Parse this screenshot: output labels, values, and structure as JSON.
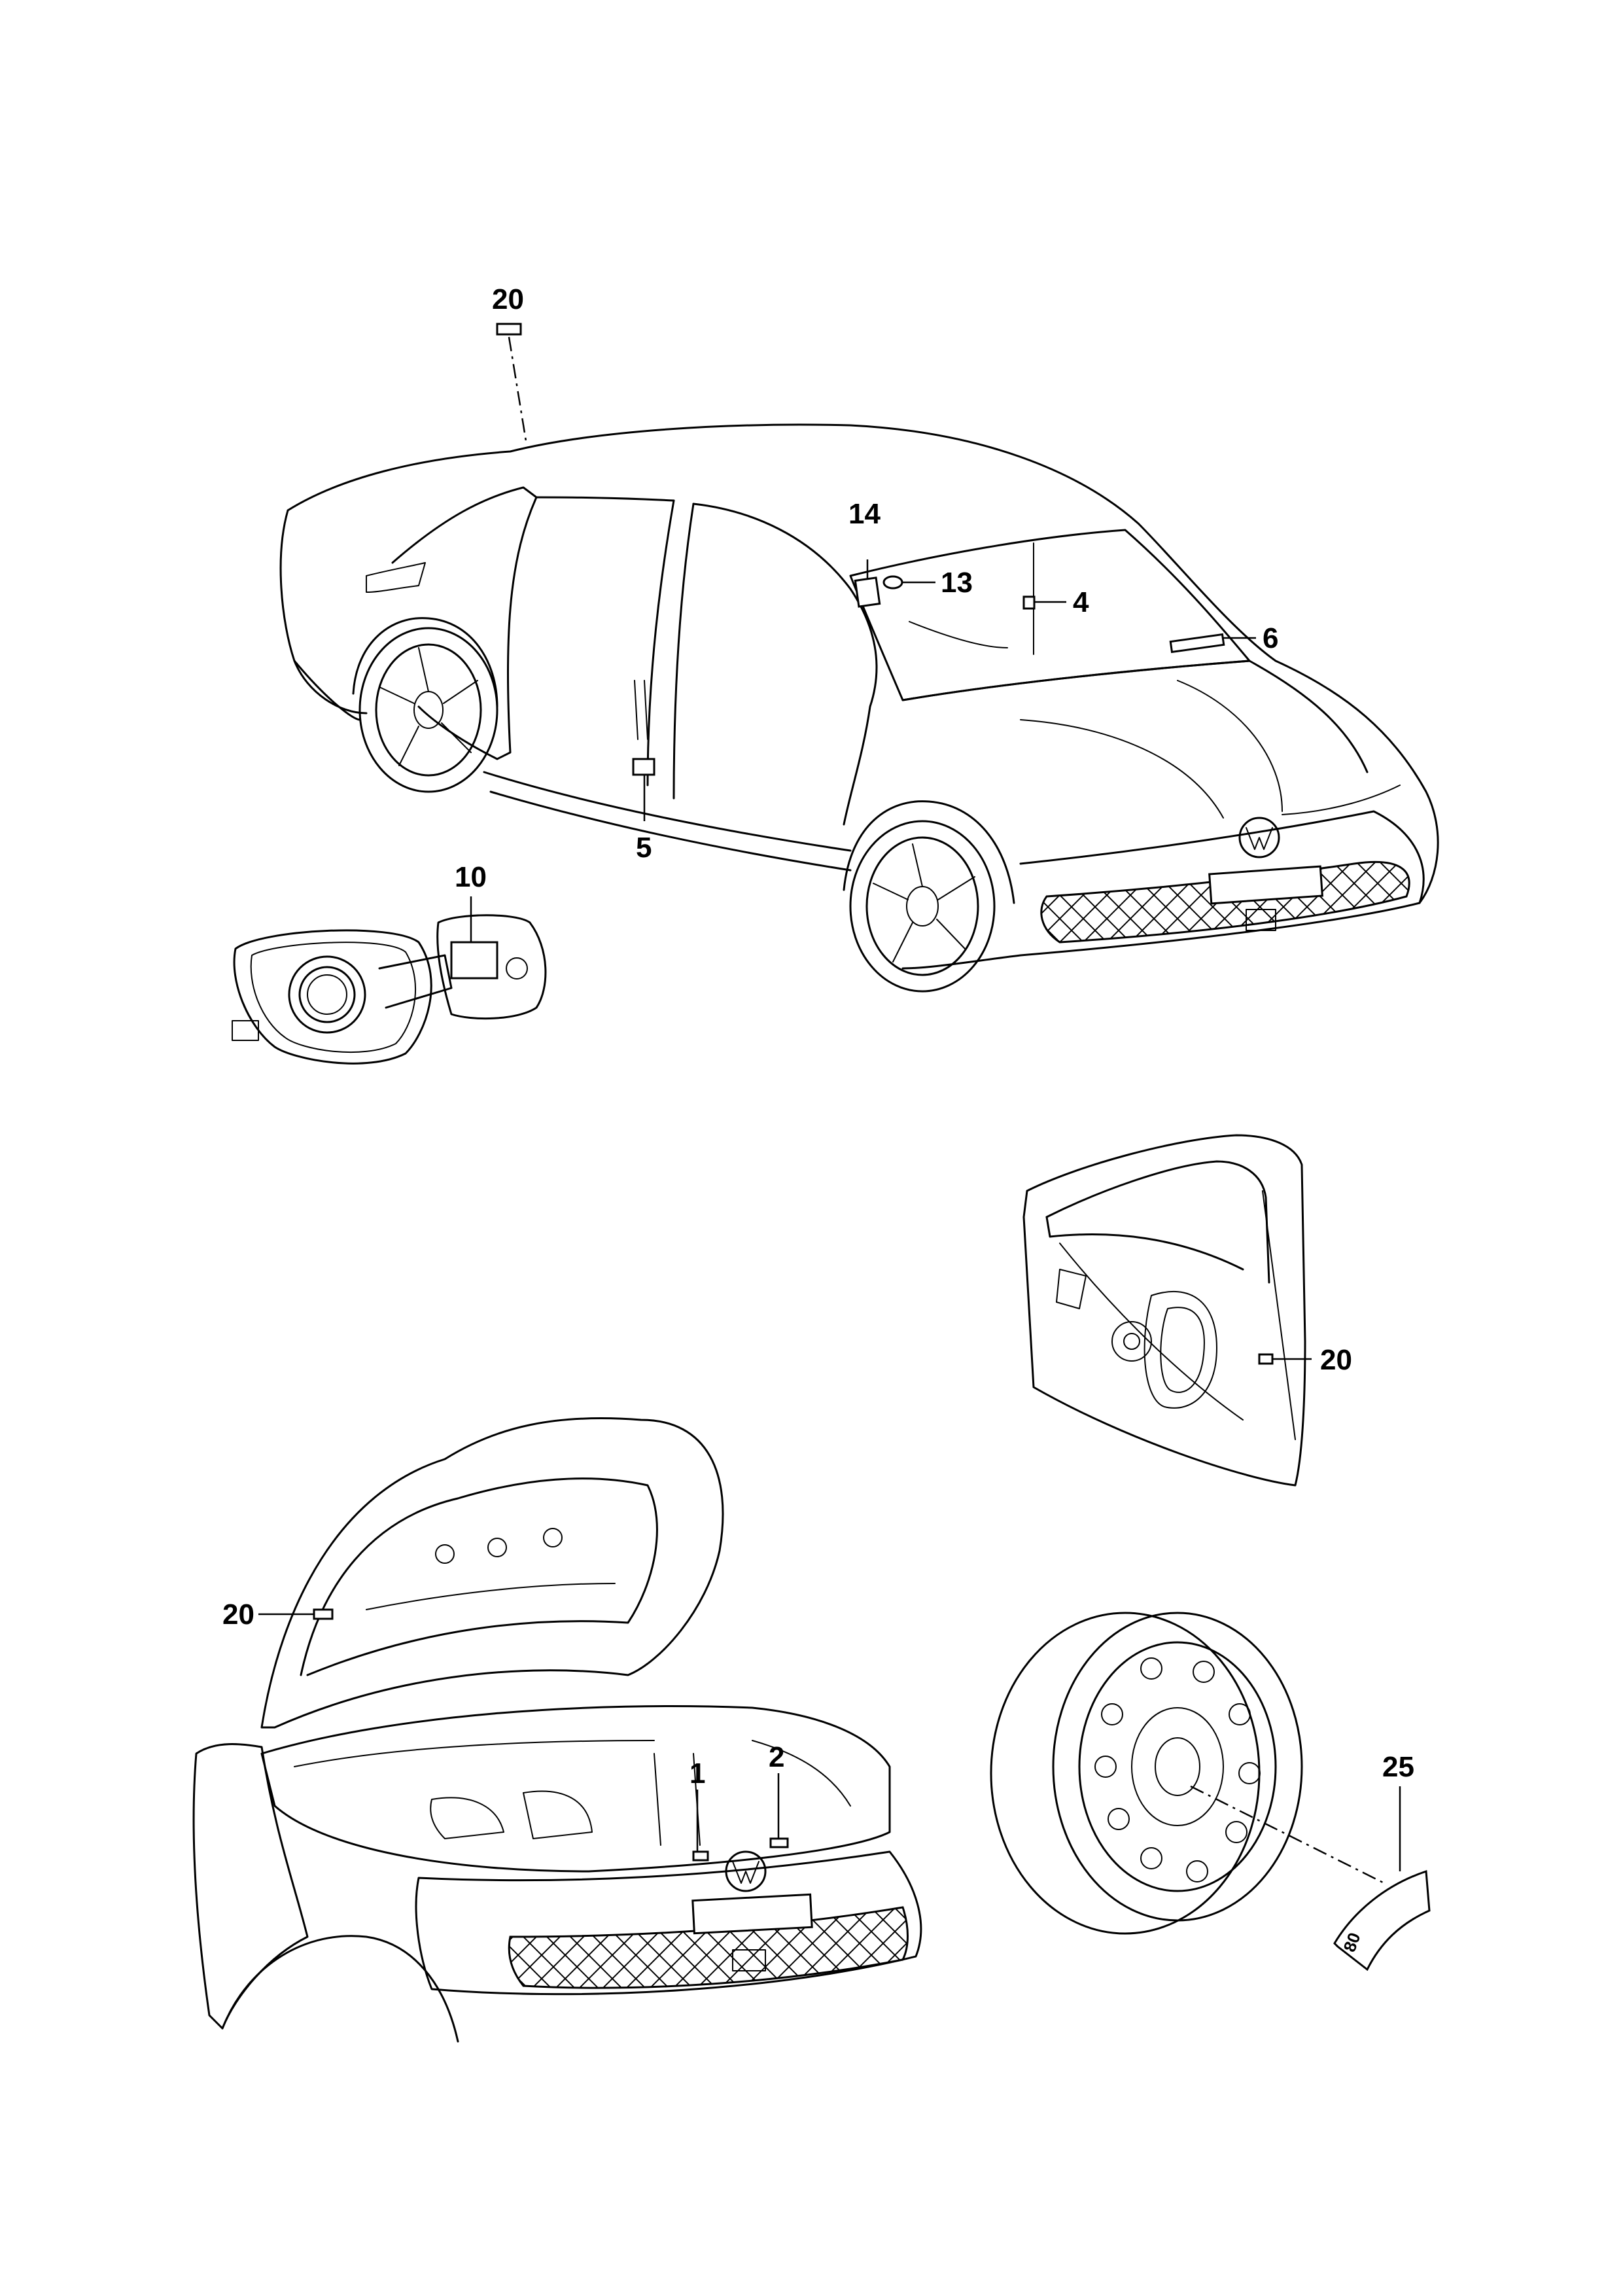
{
  "callouts": {
    "c1": "1",
    "c2": "2",
    "c4": "4",
    "c5": "5",
    "c6": "6",
    "c10": "10",
    "c13": "13",
    "c14": "14",
    "c20_roof": "20",
    "c20_door": "20",
    "c20_hood": "20",
    "c25": "25"
  },
  "speed_label": "80",
  "colors": {
    "line": "#000000",
    "background": "#ffffff"
  }
}
